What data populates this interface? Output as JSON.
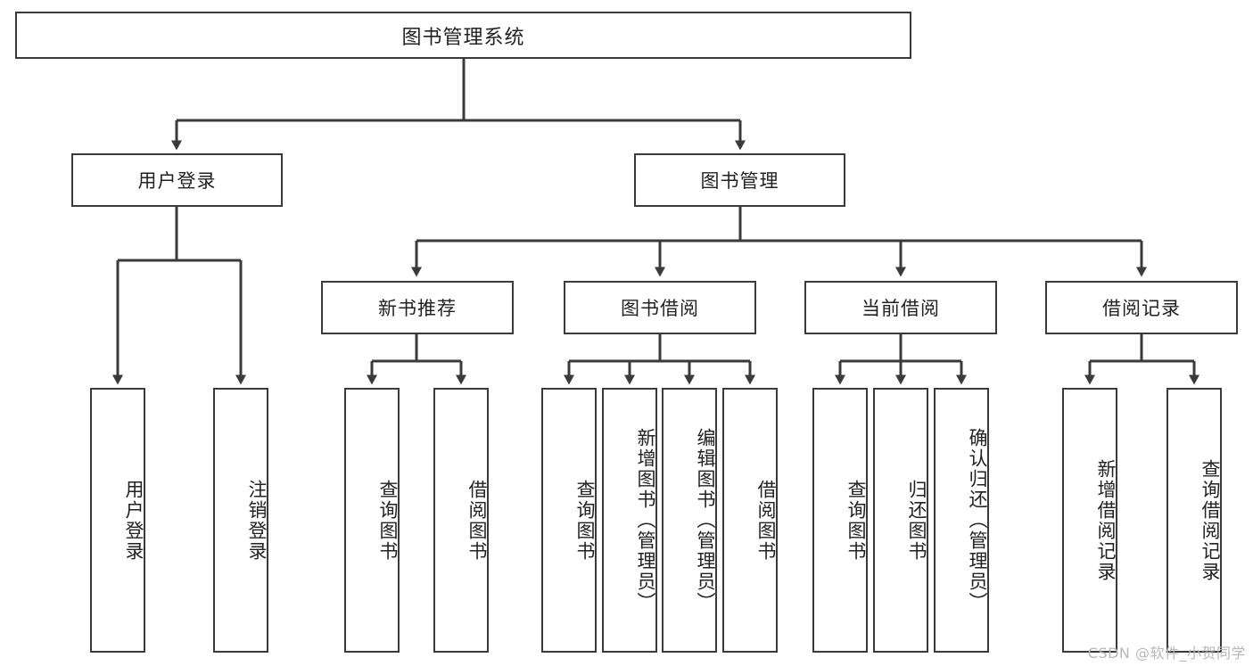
{
  "diagram": {
    "title": "图书管理系统",
    "type": "功能结构图",
    "stroke_color": "#3a3a3a",
    "text_color": "#222222",
    "background_color": "#ffffff"
  },
  "root": {
    "label": "图书管理系统"
  },
  "level2": [
    {
      "label": "用户登录"
    },
    {
      "label": "图书管理"
    }
  ],
  "level3": [
    {
      "label": "新书推荐"
    },
    {
      "label": "图书借阅"
    },
    {
      "label": "当前借阅"
    },
    {
      "label": "借阅记录"
    }
  ],
  "leaves": {
    "user_login": [
      {
        "label": "用户登录"
      },
      {
        "label": "注销登录"
      }
    ],
    "new_book_recommend": [
      {
        "label": "查询图书"
      },
      {
        "label": "借阅图书"
      }
    ],
    "book_borrow": [
      {
        "label": "查询图书"
      },
      {
        "label": "新增图书（管理员）"
      },
      {
        "label": "编辑图书（管理员）"
      },
      {
        "label": "借阅图书"
      }
    ],
    "current_borrow": [
      {
        "label": "查询图书"
      },
      {
        "label": "归还图书"
      },
      {
        "label": "确认归还（管理员）"
      }
    ],
    "borrow_record": [
      {
        "label": "新增借阅记录"
      },
      {
        "label": "查询借阅记录"
      }
    ]
  },
  "watermark": {
    "text": "CSDN @软件_小贺同学"
  }
}
